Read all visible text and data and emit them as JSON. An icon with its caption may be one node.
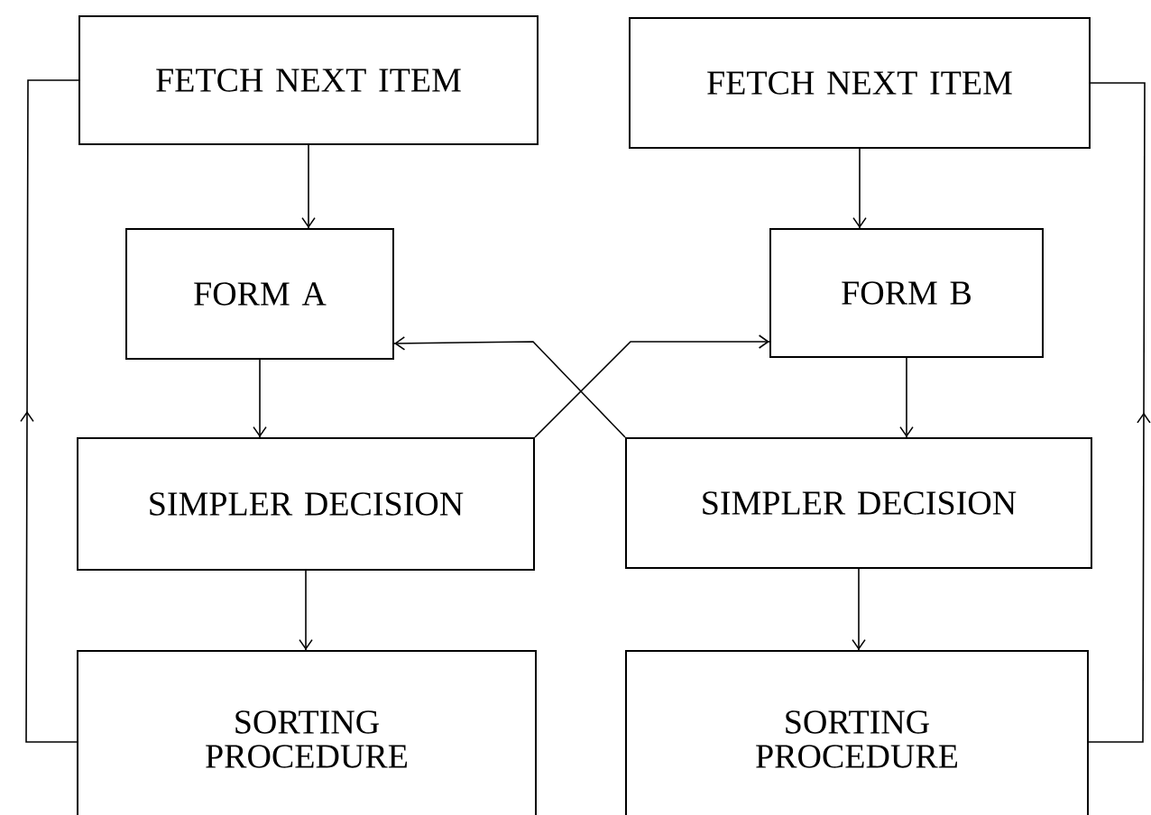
{
  "diagram": {
    "nodes": [
      {
        "text": [
          "FETCH NEXT ITEM"
        ]
      },
      {
        "text": [
          "FORM A"
        ]
      },
      {
        "text": [
          "SIMPLER DECISION"
        ]
      },
      {
        "text": [
          "SORTING PROCEDURE"
        ]
      },
      {
        "text": [
          "FETCH NEXT ITEM"
        ]
      },
      {
        "text": [
          "FORM B"
        ]
      },
      {
        "text": [
          "SIMPLER DECISION"
        ]
      },
      {
        "text": [
          "SORTING PROCEDURE"
        ]
      }
    ],
    "edges": [
      {
        "from": 0,
        "to": 1,
        "arrow": "to"
      },
      {
        "from": 1,
        "to": 2,
        "arrow": "to"
      },
      {
        "from": 2,
        "to": 3,
        "arrow": "to"
      },
      {
        "from": 3,
        "to": 0,
        "arrow": "to"
      },
      {
        "from": 4,
        "to": 5,
        "arrow": "to"
      },
      {
        "from": 5,
        "to": 6,
        "arrow": "to"
      },
      {
        "from": 6,
        "to": 7,
        "arrow": "to"
      },
      {
        "from": 7,
        "to": 4,
        "arrow": "to"
      },
      {
        "from": 2,
        "to": 5,
        "arrow": "to"
      },
      {
        "from": 6,
        "to": 1,
        "arrow": "to"
      }
    ]
  }
}
